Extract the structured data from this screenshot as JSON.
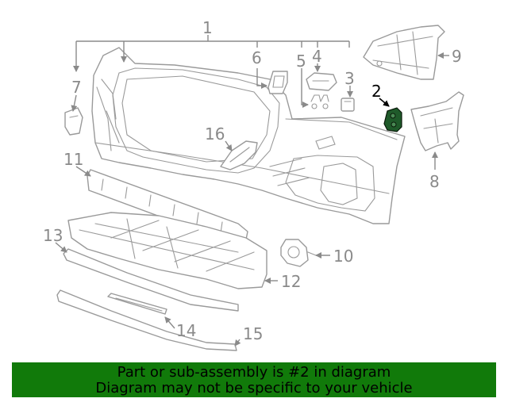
{
  "diagram": {
    "callouts": [
      "1",
      "2",
      "3",
      "4",
      "5",
      "6",
      "7",
      "8",
      "9",
      "10",
      "11",
      "12",
      "13",
      "14",
      "15",
      "16"
    ],
    "highlight_callout": "2"
  },
  "banner": {
    "line1": "Part or sub-assembly is #2 in diagram",
    "line2": "Diagram may not be specific to your vehicle",
    "background_color": "#117a0a"
  },
  "colors": {
    "line_art": "#9a9a9a",
    "highlight_part": "#1f5a2a"
  }
}
